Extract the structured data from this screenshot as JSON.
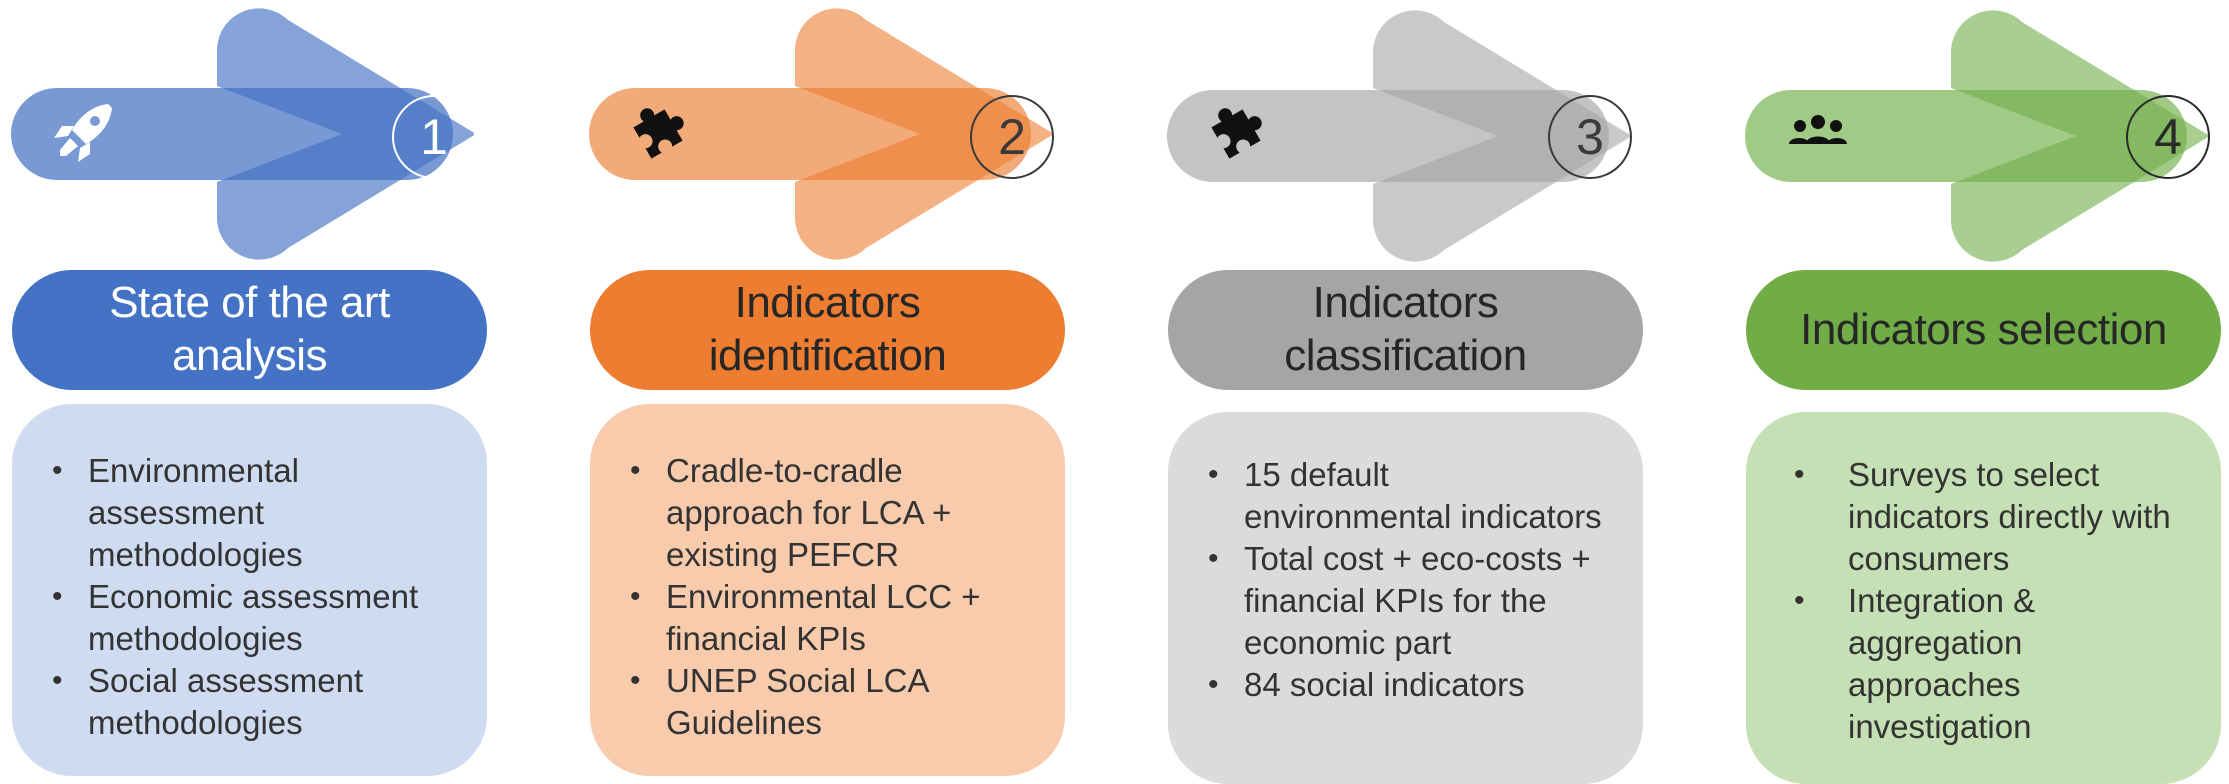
{
  "steps": [
    {
      "number": "1",
      "icon": "rocket-icon",
      "color": "#4472c4",
      "title": "State of the art analysis",
      "items": [
        "Environmental assessment methodologies",
        "Economic assessment methodologies",
        "Social assessment methodologies"
      ]
    },
    {
      "number": "2",
      "icon": "puzzle-icon",
      "color": "#ed7d31",
      "title": "Indicators identification",
      "items": [
        "Cradle-to-cradle approach for LCA + existing PEFCR",
        "Environmental LCC + financial KPIs",
        "UNEP Social LCA Guidelines"
      ]
    },
    {
      "number": "3",
      "icon": "puzzle-icon",
      "color": "#a5a5a5",
      "title": "Indicators classification",
      "items": [
        "15 default environmental indicators",
        "Total cost + eco-costs + financial KPIs for the economic part",
        "84 social indicators"
      ]
    },
    {
      "number": "4",
      "icon": "people-group-icon",
      "color": "#70ad47",
      "title": "Indicators selection",
      "items": [
        "Surveys to select indicators directly with consumers",
        "Integration & aggregation approaches investigation"
      ]
    }
  ]
}
